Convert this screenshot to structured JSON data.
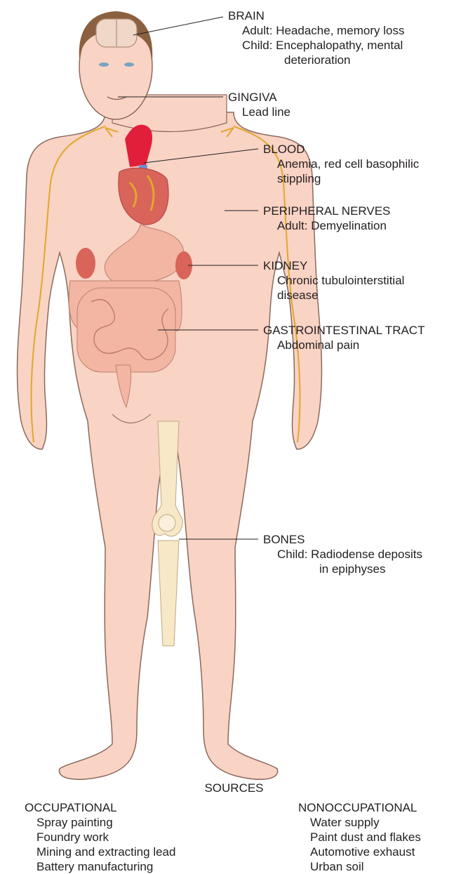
{
  "labels": {
    "brain": {
      "title": "BRAIN",
      "lines": [
        "Adult: Headache, memory loss",
        "Child: Encephalopathy, mental",
        "deterioration"
      ]
    },
    "gingiva": {
      "title": "GINGIVA",
      "lines": [
        "Lead line"
      ]
    },
    "blood": {
      "title": "BLOOD",
      "lines": [
        "Anemia, red cell basophilic",
        "stippling"
      ]
    },
    "nerves": {
      "title": "PERIPHERAL NERVES",
      "lines": [
        "Adult: Demyelination"
      ]
    },
    "kidney": {
      "title": "KIDNEY",
      "lines": [
        "Chronic tubulointerstitial",
        "disease"
      ]
    },
    "gi": {
      "title": "GASTROINTESTINAL TRACT",
      "lines": [
        "Abdominal pain"
      ]
    },
    "bones": {
      "title": "BONES",
      "lines": [
        "Child: Radiodense deposits",
        "in epiphyses"
      ]
    }
  },
  "sources": {
    "title": "SOURCES",
    "occupational": {
      "title": "OCCUPATIONAL",
      "items": [
        "Spray painting",
        "Foundry work",
        "Mining and extracting lead",
        "Battery manufacturing"
      ]
    },
    "nonoccupational": {
      "title": "NONOCCUPATIONAL",
      "items": [
        "Water supply",
        "Paint dust and flakes",
        "Automotive exhaust",
        "Urban soil"
      ]
    }
  },
  "colors": {
    "skin": "#f9d3c4",
    "skin_outline": "#8a6a5c",
    "nerve": "#e0a72e",
    "artery": "#e21f3b",
    "vein": "#6f8fd0",
    "kidney": "#d9645a",
    "intestine": "#f2b6a3",
    "bone": "#f7e8c8",
    "hair": "#8a6040",
    "brain": "#f0d8c8"
  }
}
